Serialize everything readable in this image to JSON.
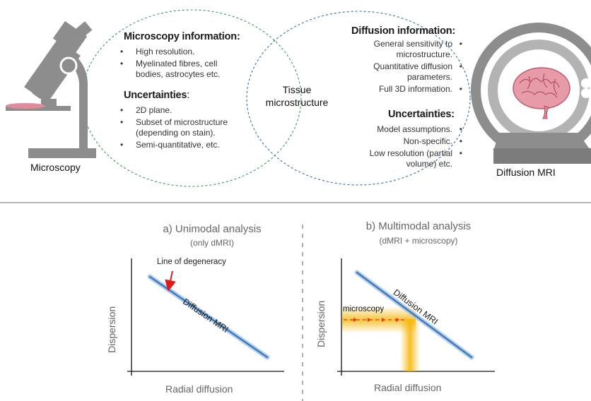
{
  "top": {
    "microscopy_label": "Microscopy",
    "dmri_label": "Diffusion MRI",
    "center_label_line1": "Tissue",
    "center_label_line2": "microstructure",
    "micro_info_heading": "Microscopy information:",
    "micro_info_items": [
      "High resolution.",
      "Myelinated fibres, cell",
      "bodies, astrocytes etc."
    ],
    "micro_unc_heading": "Uncertainties",
    "micro_unc_colon": ":",
    "micro_unc_items": [
      "2D plane.",
      "Subset of microstructure",
      "(depending on stain).",
      "Semi-quantitative, etc."
    ],
    "diff_info_heading": "Diffusion information:",
    "diff_info_items": [
      "General sensitivity to",
      "microstructure.",
      "Quantitative diffusion",
      "parameters.",
      "Full 3D information."
    ],
    "diff_unc_heading": "Uncertainties:",
    "diff_unc_items": [
      "Model assumptions.",
      "Non-specific.",
      "Low resolution (partial",
      "volume) etc."
    ]
  },
  "panel_a": {
    "title": "a) Unimodal analysis",
    "subtitle": "(only dMRI)",
    "ylabel": "Dispersion",
    "xlabel": "Radial diffusion",
    "annotation": "Line of degeneracy",
    "line_label": "Diffusion MRI"
  },
  "panel_b": {
    "title": "b) Multimodal analysis",
    "subtitle": "(dMRI + microscopy)",
    "ylabel": "Dispersion",
    "xlabel": "Radial diffusion",
    "micro_label": "microscopy",
    "line_label": "Diffusion MRI"
  },
  "colors": {
    "microscopy_ellipse": "#2e9e58",
    "dmri_ellipse": "#2f6fb0",
    "dmri_line": "#4f86c0",
    "microscopy_band": "#f5b400",
    "arrow_red": "#e01a1a",
    "brain": "#e79aa8"
  }
}
